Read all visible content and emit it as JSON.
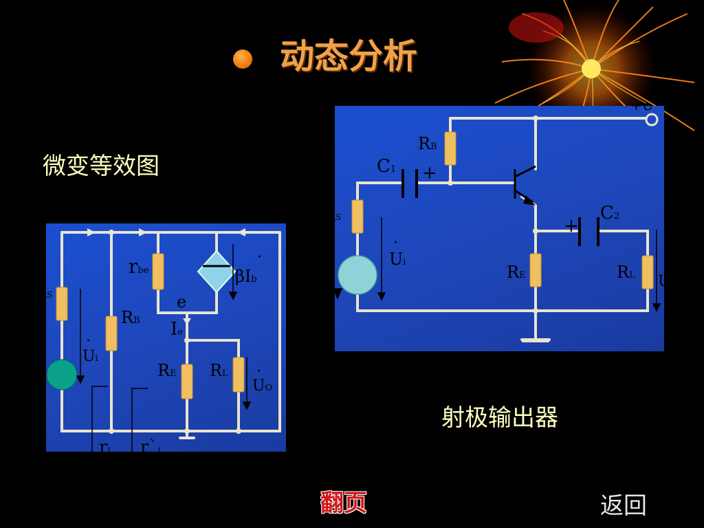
{
  "slide": {
    "title": "动态分析",
    "subtitle_left": "微变等效图",
    "caption_right": "射极输出器",
    "flip_label": "翻页",
    "back_label": "返回"
  },
  "left_circuit": {
    "rbe": "r",
    "rbe_sub": "be",
    "beta_ib": "βI",
    "beta_ib_sub": "b",
    "e_node": "e",
    "ie": "I",
    "ie_sub": "e",
    "rb": "R",
    "rb_sub": "B",
    "re": "R",
    "re_sub": "E",
    "rl": "R",
    "rl_sub": "L",
    "rs": "R",
    "rs_sub": "S",
    "ui": "U",
    "ui_sub": "i",
    "uo": "U",
    "uo_sub": "O",
    "ri": "r",
    "ri_sub": "i",
    "ri_prime": "r`",
    "ri_prime_sub": "i",
    "dot": "·"
  },
  "right_circuit": {
    "rb": "R",
    "rb_sub": "B",
    "c1": "C",
    "c1_sub": "1",
    "c2": "C",
    "c2_sub": "2",
    "plus": "+",
    "rs": "R",
    "rs_sub": "S",
    "ui": "U",
    "ui_sub": "i",
    "re": "R",
    "re_sub": "E",
    "rl": "R",
    "rl_sub": "L",
    "uo": "U",
    "vcc": "+U",
    "dot": "·"
  },
  "colors": {
    "title": "#f0a24a",
    "caption": "#ffffc0",
    "flip": "#d01818",
    "panel": "#1e46b8",
    "wire": "#e8e4d0",
    "resistor": "#f0c060",
    "source_left": "#0aa08a",
    "source_right": "#8fd3d8"
  },
  "icons": [
    "firework-decoration-icon",
    "title-bullet-icon",
    "ac-source-icon",
    "dependent-current-source-icon",
    "transistor-icon",
    "ground-icon"
  ]
}
